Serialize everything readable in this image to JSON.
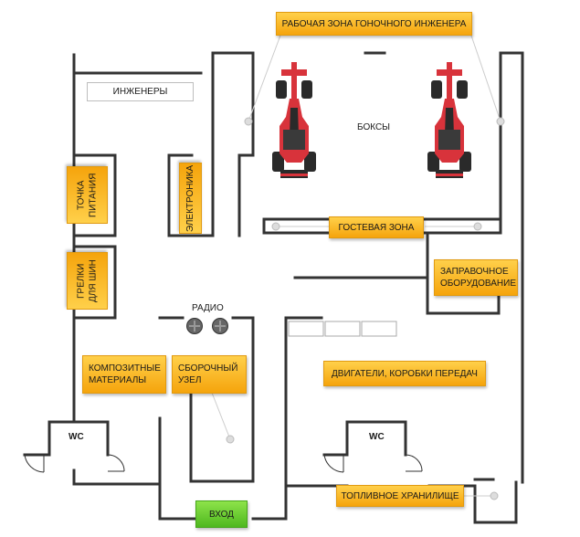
{
  "labels": {
    "engineer_zone": "РАБОЧАЯ ЗОНА ГОНОЧНОГО ИНЖЕНЕРА",
    "engineers": "ИНЖЕНЕРЫ",
    "boxes": "БОКСЫ",
    "power_point": "ТОЧКА\nПИТАНИЯ",
    "electronics": "ЭЛЕКТРОНИКА",
    "guest_zone": "ГОСТЕВАЯ ЗОНА",
    "refuel_equipment": "ЗАПРАВОЧНОЕ\nОБОРУДОВАНИЕ",
    "tire_warmers": "ГРЕЛКИ\nДЛЯ ШИН",
    "radio": "РАДИО",
    "composite": "КОМПОЗИТНЫЕ\nМАТЕРИАЛЫ",
    "assembly": "СБОРОЧНЫЙ\nУЗЕЛ",
    "engines": "ДВИГАТЕЛИ, КОРОБКИ ПЕРЕДАЧ",
    "wc_left": "WC",
    "wc_right": "WC",
    "fuel_storage": "ТОПЛИВНОЕ ХРАНИЛИЩЕ",
    "entrance": "ВХОД"
  },
  "colors": {
    "label_fill": "#f8b31a",
    "entrance_fill": "#6fd22e",
    "wall": "#333333",
    "car_red": "#d8333b",
    "car_dark": "#2a2a2a"
  },
  "icons": [
    "race-car-icon",
    "race-car-icon",
    "radio-vent-icon",
    "radio-vent-icon"
  ]
}
